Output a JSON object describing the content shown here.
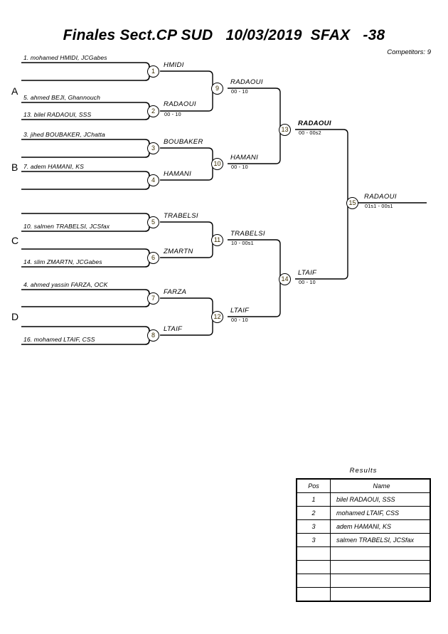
{
  "header": {
    "title": "Finales Sect.CP SUD   10/03/2019  SFAX   -38",
    "competitors": "Competitors: 9"
  },
  "sections": [
    {
      "letter": "A"
    },
    {
      "letter": "B"
    },
    {
      "letter": "C"
    },
    {
      "letter": "D"
    }
  ],
  "entries": [
    {
      "label": "1. mohamed HMIDI, JCGabes"
    },
    {
      "label": "5. ahmed BEJI, Ghannouch"
    },
    {
      "label": "13. bilel RADAOUI, SSS"
    },
    {
      "label": "3. jihed BOUBAKER, JChatta"
    },
    {
      "label": "7. adem HAMANI, KS"
    },
    {
      "label": "10. salmen TRABELSI, JCSfax"
    },
    {
      "label": "14. slim ZMARTN, JCGabes"
    },
    {
      "label": "4. ahmed yassin FARZA, OCK"
    },
    {
      "label": "16. mohamed LTAIF, CSS"
    }
  ],
  "matches": [
    {
      "number": "1",
      "winner": "HMIDI",
      "score": ""
    },
    {
      "number": "2",
      "winner": "RADAOUI",
      "score": "00 - 10"
    },
    {
      "number": "3",
      "winner": "BOUBAKER",
      "score": ""
    },
    {
      "number": "4",
      "winner": "HAMANI",
      "score": ""
    },
    {
      "number": "5",
      "winner": "TRABELSI",
      "score": ""
    },
    {
      "number": "6",
      "winner": "ZMARTN",
      "score": ""
    },
    {
      "number": "7",
      "winner": "FARZA",
      "score": ""
    },
    {
      "number": "8",
      "winner": "LTAIF",
      "score": ""
    },
    {
      "number": "9",
      "winner": "RADAOUI",
      "score": "00 - 10"
    },
    {
      "number": "10",
      "winner": "HAMANI",
      "score": "00 - 10"
    },
    {
      "number": "11",
      "winner": "TRABELSI",
      "score": "10 - 00s1"
    },
    {
      "number": "12",
      "winner": "LTAIF",
      "score": "00 - 10"
    },
    {
      "number": "13",
      "winner": "RADAOUI",
      "score": "00 - 00s2"
    },
    {
      "number": "14",
      "winner": "LTAIF",
      "score": "00 - 10"
    },
    {
      "number": "15",
      "winner": "RADAOUI",
      "score": "01s1 - 00s1"
    }
  ],
  "results": {
    "caption": "Results",
    "columns": {
      "pos": "Pos",
      "name": "Name"
    },
    "rows": [
      {
        "pos": "1",
        "name": "bilel RADAOUI, SSS"
      },
      {
        "pos": "2",
        "name": "mohamed LTAIF, CSS"
      },
      {
        "pos": "3",
        "name": "adem HAMANI, KS"
      },
      {
        "pos": "3",
        "name": "salmen TRABELSI, JCSfax"
      }
    ],
    "empty_rows": 4
  }
}
